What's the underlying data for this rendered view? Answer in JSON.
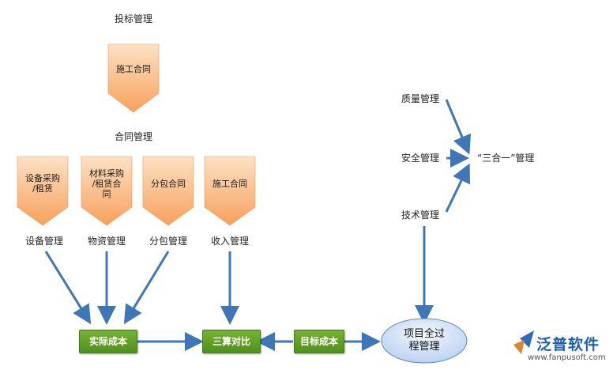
{
  "top": {
    "title": "投标管理",
    "chevron_label": "施工合同"
  },
  "contract": {
    "title": "合同管理",
    "chevrons": [
      {
        "label": "设备采购\n/租赁"
      },
      {
        "label": "材料采购\n/租赁合\n同"
      },
      {
        "label": "分包合同"
      },
      {
        "label": "施工合同"
      }
    ],
    "sublabels": [
      "设备管理",
      "物资管理",
      "分包管理",
      "收入管理"
    ]
  },
  "right": {
    "items": [
      "质量管理",
      "安全管理",
      "技术管理"
    ],
    "result": "“三合一”管理"
  },
  "bottom": {
    "actual_cost": "实际成本",
    "comparison": "三算对比",
    "target_cost": "目标成本",
    "project": "项目全过\n程管理"
  },
  "logo": {
    "name": "泛普软件",
    "url": "www.fanpusoft.com"
  },
  "colors": {
    "chevron_top": "#fde1c4",
    "chevron_bottom": "#f6a15c",
    "arrow": "#3f76b8",
    "green": "#5e9f24",
    "ellipse": "#cfe0f7"
  }
}
